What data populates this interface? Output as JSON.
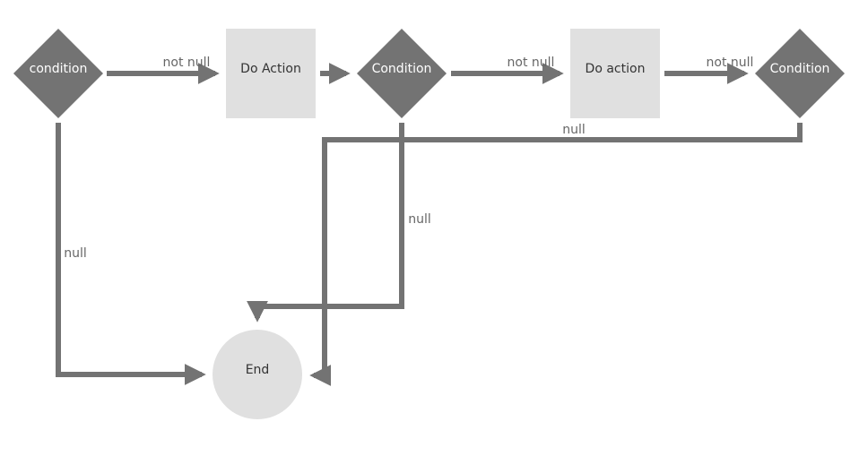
{
  "colors": {
    "decision_fill": "#737373",
    "process_fill": "#e0e0e0",
    "terminal_fill": "#e0e0e0",
    "edge": "#737373",
    "edge_label": "#666666"
  },
  "nodes": {
    "condition1": "condition",
    "action1": "Do Action",
    "condition2": "Condition",
    "action2": "Do action",
    "condition3": "Condition",
    "end": "End"
  },
  "edges": {
    "c1_to_action1": "not null",
    "c2_to_action2": "not null",
    "action2_to_c3": "not null",
    "c3_to_end": "null",
    "c2_to_end": "null",
    "c1_to_end": "null"
  }
}
